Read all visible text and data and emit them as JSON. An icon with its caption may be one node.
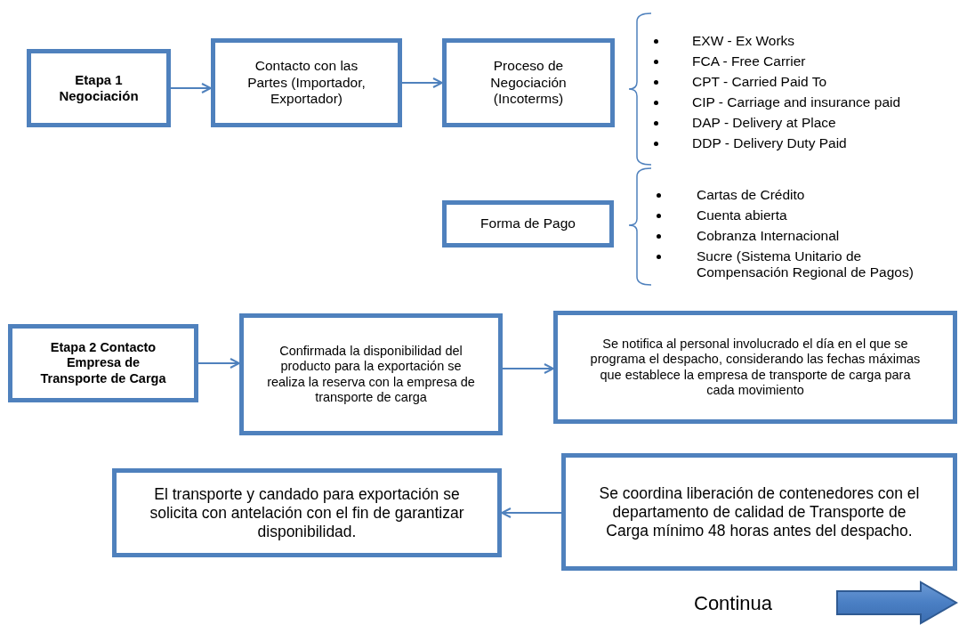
{
  "diagram": {
    "nodes": [
      {
        "text": [
          "Etapa 1 Negociación"
        ]
      },
      {
        "text": [
          "Contacto con las Partes (Importador, Exportador)"
        ]
      },
      {
        "text": [
          "Proceso de Negociación (Incoterms)"
        ]
      },
      {
        "text": [
          "Forma de Pago"
        ]
      },
      {
        "text": [
          "Etapa 2 Contacto Empresa de Transporte de Carga"
        ]
      },
      {
        "text": [
          "Confirmada la disponibilidad del producto para la exportación se realiza la reserva con la empresa de transporte de carga"
        ]
      },
      {
        "text": [
          "Se notifica al personal involucrado el día en el que se programa el despacho, considerando las fechas máximas que establece la empresa de transporte de carga para cada movimiento"
        ]
      },
      {
        "text": [
          "Se coordina  liberación de contenedores con el departamento de calidad de Transporte de Carga mínimo 48 horas antes del despacho."
        ]
      },
      {
        "text": [
          "El transporte y candado para exportación se solicita con antelación con el fin de garantizar disponibilidad."
        ]
      }
    ],
    "edges": [
      {
        "from": 0,
        "to": 1,
        "arrow": "to"
      },
      {
        "from": 1,
        "to": 2,
        "arrow": "to"
      },
      {
        "from": 4,
        "to": 5,
        "arrow": "to"
      },
      {
        "from": 5,
        "to": 6,
        "arrow": "to"
      },
      {
        "from": 7,
        "to": 8,
        "arrow": "to"
      }
    ],
    "labels": [
      "EXW - Ex Works",
      "FCA - Free Carrier",
      "CPT - Carried Paid To",
      "CIP -  Carriage and insurance paid",
      "DAP - Delivery at Place",
      "DDP - Delivery Duty Paid",
      "Cartas de Crédito",
      "Cuenta abierta",
      "Cobranza Internacional",
      "Sucre (Sistema Unitario de Compensación Regional de Pagos)",
      "Continua"
    ]
  }
}
